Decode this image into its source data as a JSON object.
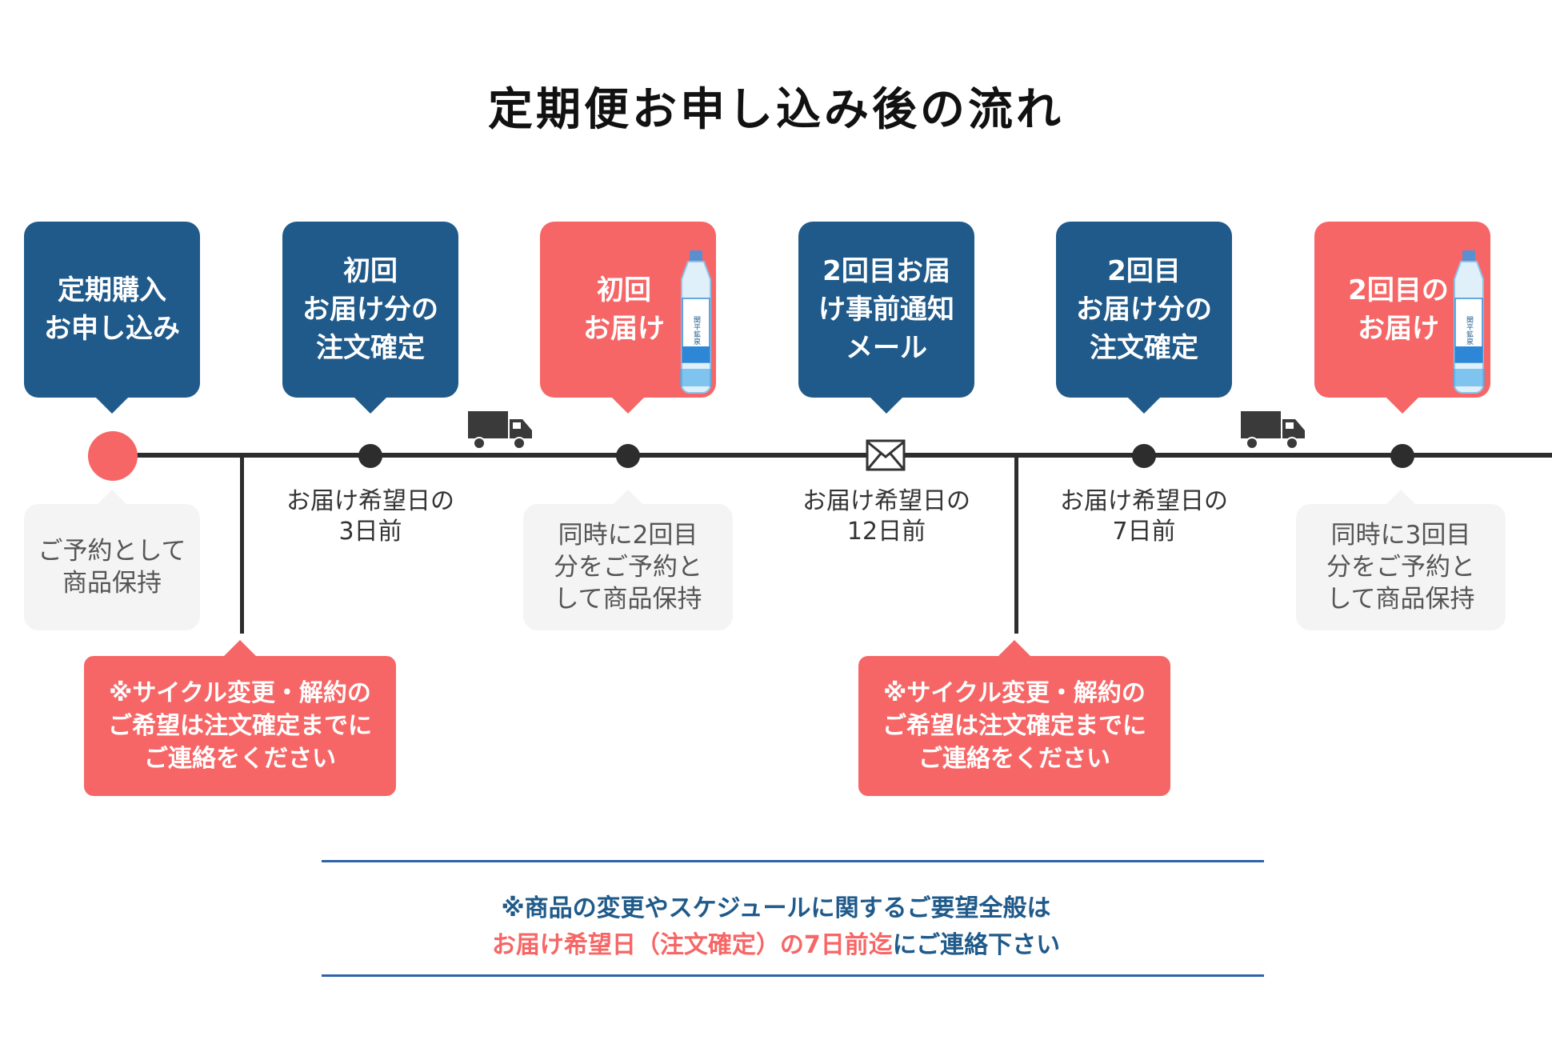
{
  "title": "定期便お申し込み後の流れ",
  "steps": [
    {
      "label": "定期購入\nお申し込み"
    },
    {
      "label": "初回\nお届け分の\n注文確定"
    },
    {
      "label": "初回\nお届け"
    },
    {
      "label": "2回目お届\nけ事前通知\nメール"
    },
    {
      "label": "2回目\nお届け分の\n注文確定"
    },
    {
      "label": "2回目の\nお届け"
    }
  ],
  "gray_notes": [
    {
      "text": "ご予約として\n商品保持"
    },
    {
      "text": "同時に2回目\n分をご予約と\nして商品保持"
    },
    {
      "text": "同時に3回目\n分をご予約と\nして商品保持"
    }
  ],
  "deadlines": [
    {
      "text": "お届け希望日の\n3日前"
    },
    {
      "text": "お届け希望日の\n12日前"
    },
    {
      "text": "お届け希望日の\n7日前"
    }
  ],
  "warnings": [
    {
      "text": "※サイクル変更・解約の\nご希望は注文確定までに\nご連絡をください"
    },
    {
      "text": "※サイクル変更・解約の\nご希望は注文確定までに\nご連絡をください"
    }
  ],
  "footer": {
    "line1": "※商品の変更やスケジュールに関するご要望全般は",
    "line2_red": "お届け希望日（注文確定）の7日前迄",
    "line2_blue": "にご連絡下さい"
  },
  "bottle_label": "関平鉱泉",
  "icons": [
    "truck-icon",
    "mail-icon",
    "water-bottle-image"
  ],
  "colors": {
    "navy": "#1f5a8a",
    "coral": "#f76666",
    "line": "#2d2d2d",
    "gray_box": "#f4f4f4"
  }
}
